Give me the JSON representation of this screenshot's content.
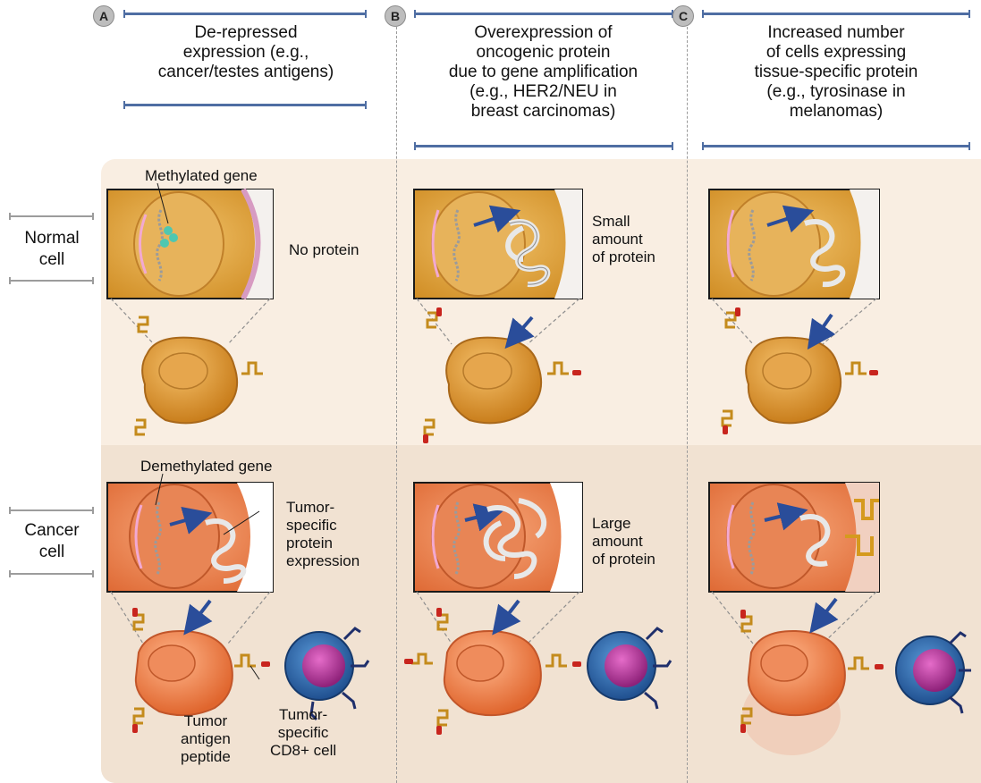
{
  "columns": [
    {
      "badge": "A",
      "title": "De-repressed\nexpression (e.g.,\ncancer/testes antigens)"
    },
    {
      "badge": "B",
      "title": "Overexpression of\noncogenic protein\ndue to gene amplification\n(e.g., HER2/NEU in\nbreast carcinomas)"
    },
    {
      "badge": "C",
      "title": "Increased number\nof cells expressing\ntissue-specific protein\n(e.g., tyrosinase in\nmelanomas)"
    }
  ],
  "rows": {
    "normal": "Normal\ncell",
    "cancer": "Cancer\ncell"
  },
  "annotations": {
    "methylated_gene": "Methylated gene",
    "no_protein": "No protein",
    "small_amount": "Small\namount\nof protein",
    "demethylated_gene": "Demethylated gene",
    "tumor_specific_expression": "Tumor-\nspecific\nprotein\nexpression",
    "large_amount": "Large\namount\nof protein",
    "tumor_antigen_peptide": "Tumor\nantigen\npeptide",
    "tumor_specific_cd8": "Tumor-\nspecific\nCD8+ cell"
  },
  "colors": {
    "normal_band": "#f9eee2",
    "cancer_band": "#f1e2d2",
    "normal_cell": "#d99a2b",
    "cancer_cell": "#f08a50",
    "t_cell": "#2f6fb5",
    "t_cell_nucleus": "#b0379a",
    "arrow": "#2a4d9a",
    "header_rule": "#4f6ea3"
  }
}
